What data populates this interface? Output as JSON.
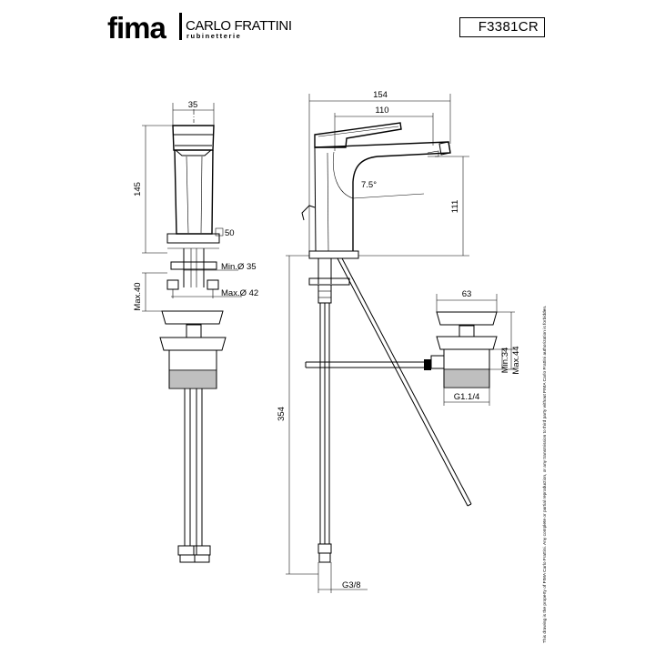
{
  "header": {
    "brand": "fima",
    "partner": "CARLO FRATTINI",
    "partner_sub": "rubinetterie",
    "product_code": "F3381CR"
  },
  "dimensions": {
    "spout_width": "35",
    "body_height": "145",
    "square_base": "50",
    "hole_min": "Min.Ø 35",
    "hole_max": "Max.Ø 42",
    "deck_max": "Max.40",
    "overall_reach": "154",
    "spout_reach": "110",
    "spout_angle": "7.5°",
    "spout_height": "111",
    "hose_length": "354",
    "supply_thread": "G3/8",
    "waste_width": "63",
    "waste_min": "Min.34",
    "waste_max": "Max.44",
    "waste_thread": "G1.1/4"
  },
  "copyright": "This drawing is the property of FIMA Carlo Frattini. Any complete or partial reproduction, or any transmission to third party without FIMA Carlo Frattini authorization is forbidden."
}
